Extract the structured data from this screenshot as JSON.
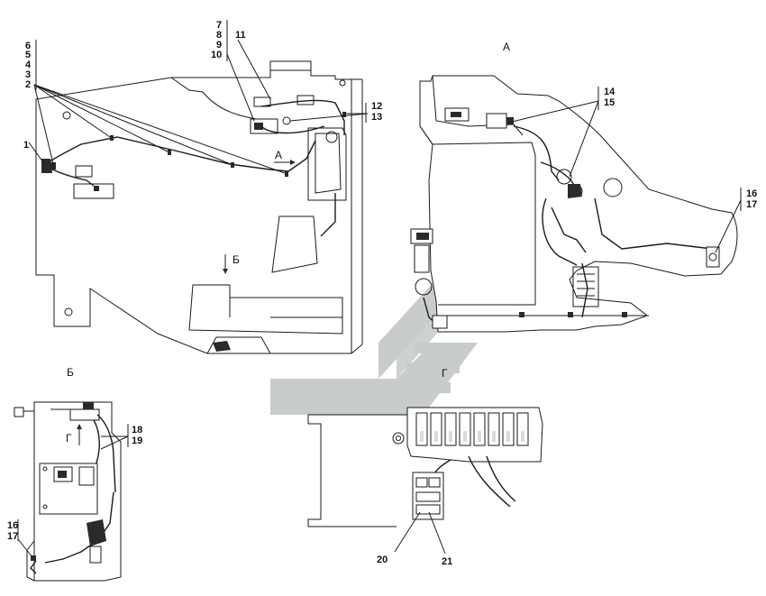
{
  "callouts": {
    "c1": "1",
    "c2": "2",
    "c3": "3",
    "c4": "4",
    "c5": "5",
    "c6": "6",
    "c7": "7",
    "c8": "8",
    "c9": "9",
    "c10": "10",
    "c11": "11",
    "c12": "12",
    "c13": "13",
    "c14": "14",
    "c15": "15",
    "c16": "16",
    "c17": "17",
    "c18": "18",
    "c19": "19",
    "c20": "20",
    "c21": "21"
  },
  "views": {
    "a_title": "А",
    "b_title": "Б",
    "g_title": "Г",
    "arrow_a": "А",
    "arrow_b": "Б",
    "arrow_g": "Г"
  },
  "colors": {
    "line": "#1a1a1a",
    "watermark": "#c9cccc",
    "shade": "#d9dcdc"
  }
}
